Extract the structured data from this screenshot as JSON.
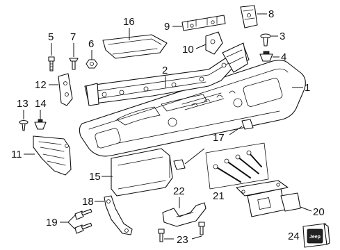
{
  "callouts": [
    {
      "id": "1",
      "label": "1"
    },
    {
      "id": "2",
      "label": "2"
    },
    {
      "id": "3",
      "label": "3"
    },
    {
      "id": "4",
      "label": "4"
    },
    {
      "id": "5",
      "label": "5"
    },
    {
      "id": "6",
      "label": "6"
    },
    {
      "id": "7",
      "label": "7"
    },
    {
      "id": "8",
      "label": "8"
    },
    {
      "id": "9",
      "label": "9"
    },
    {
      "id": "10",
      "label": "10"
    },
    {
      "id": "11",
      "label": "11"
    },
    {
      "id": "12",
      "label": "12"
    },
    {
      "id": "13",
      "label": "13"
    },
    {
      "id": "14",
      "label": "14"
    },
    {
      "id": "15",
      "label": "15"
    },
    {
      "id": "16",
      "label": "16"
    },
    {
      "id": "17",
      "label": "17"
    },
    {
      "id": "18",
      "label": "18"
    },
    {
      "id": "19",
      "label": "19"
    },
    {
      "id": "20",
      "label": "20"
    },
    {
      "id": "21",
      "label": "21"
    },
    {
      "id": "22",
      "label": "22"
    },
    {
      "id": "23",
      "label": "23"
    },
    {
      "id": "24",
      "label": "24"
    }
  ],
  "hitch_cover_logo": "Jeep",
  "colors": {
    "line": "#111111",
    "background": "#ffffff"
  }
}
